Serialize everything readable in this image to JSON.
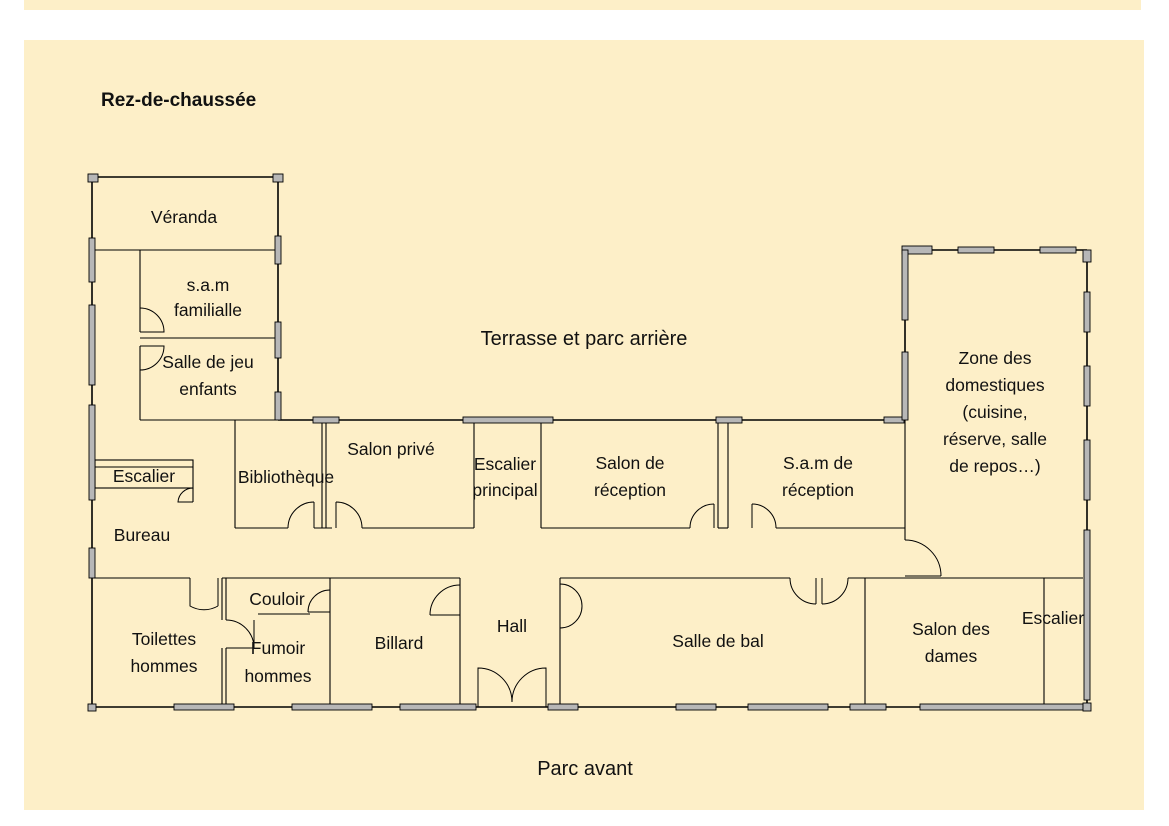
{
  "title": "Rez-de-chaussée",
  "outdoor": {
    "rear": "Terrasse et parc arrière",
    "front": "Parc avant"
  },
  "rooms": {
    "veranda": "Véranda",
    "sam_familiale": [
      "s.a.m",
      "familialle"
    ],
    "salle_jeu": [
      "Salle de jeu",
      "enfants"
    ],
    "escalier_left": "Escalier",
    "bureau": "Bureau",
    "bibliotheque": "Bibliothèque",
    "salon_prive": "Salon privé",
    "escalier_principal": [
      "Escalier",
      "principal"
    ],
    "salon_reception": [
      "Salon de",
      "réception"
    ],
    "sam_reception": [
      "S.a.m de",
      "réception"
    ],
    "zone_domestiques": [
      "Zone des",
      "domestiques",
      "(cuisine,",
      "réserve, salle",
      "de repos…)"
    ],
    "couloir": "Couloir",
    "toilettes": [
      "Toilettes",
      "hommes"
    ],
    "fumoir": [
      "Fumoir",
      "hommes"
    ],
    "billard": "Billard",
    "hall": "Hall",
    "salle_bal": "Salle de bal",
    "salon_dames": [
      "Salon des",
      "dames"
    ],
    "escalier_right": "Escalier"
  },
  "colors": {
    "background": "#fdefc8",
    "wall": "#000000",
    "window": "#b7b7b7"
  }
}
